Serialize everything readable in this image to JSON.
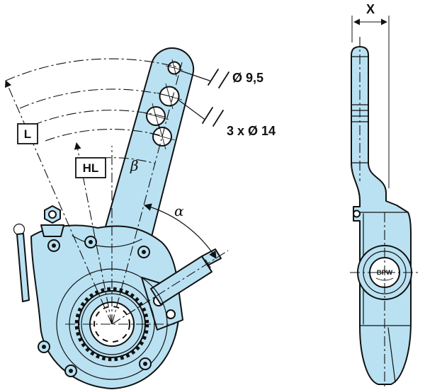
{
  "colors": {
    "body_fill": "#b9e1f2",
    "line": "#111111",
    "background": "#ffffff"
  },
  "front_view": {
    "labels": {
      "length_full": "L",
      "length_half": "HL",
      "angle_beta": "β",
      "angle_alpha": "α",
      "dia_top_hole": "Ø 9,5",
      "dia_arm_holes": "3 x Ø 14"
    }
  },
  "side_view": {
    "labels": {
      "offset": "X",
      "logo": "BPW"
    }
  }
}
